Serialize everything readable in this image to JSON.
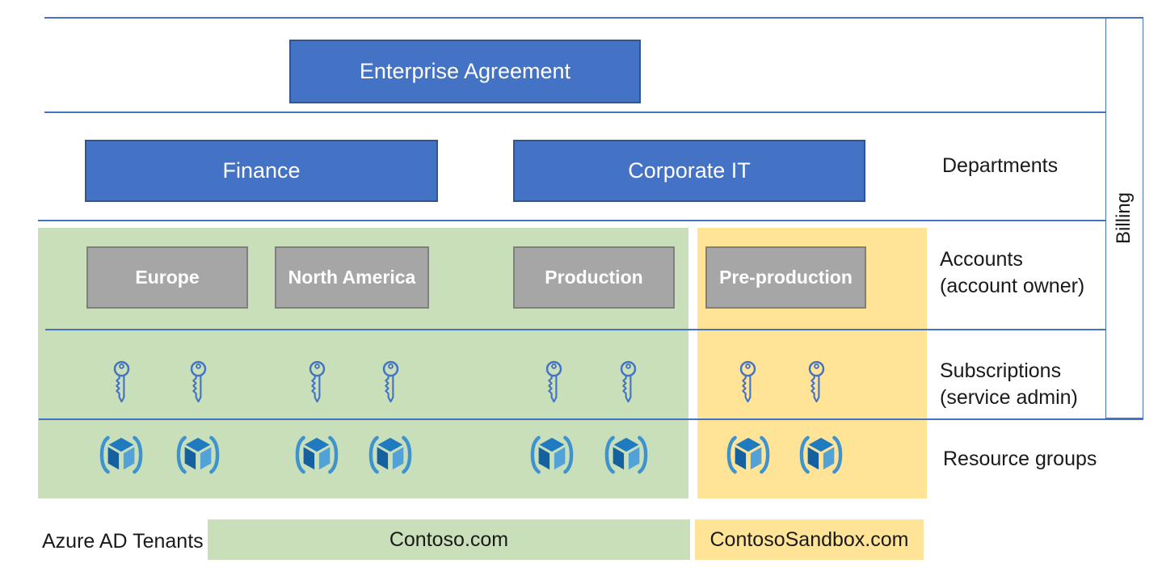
{
  "billing_label": "Billing",
  "enterprise": {
    "label": "Enterprise Agreement"
  },
  "departments": {
    "row_label": "Departments",
    "items": [
      "Finance",
      "Corporate IT"
    ]
  },
  "accounts": {
    "row_label_line1": "Accounts",
    "row_label_line2": "(account owner)",
    "items": [
      "Europe",
      "North America",
      "Production",
      "Pre-production"
    ]
  },
  "subscriptions": {
    "row_label_line1": "Subscriptions",
    "row_label_line2": "(service admin)",
    "icon": "key-icon",
    "count": 8,
    "per_tenant": {
      "contoso": 6,
      "sandbox": 2
    }
  },
  "resource_groups": {
    "row_label": "Resource groups",
    "icon": "resource-group-cube-icon",
    "count": 8,
    "per_tenant": {
      "contoso": 6,
      "sandbox": 2
    }
  },
  "tenants": {
    "row_label": "Azure AD Tenants",
    "items": [
      "Contoso.com",
      "ContosoSandbox.com"
    ]
  },
  "colors": {
    "primary_blue": "#4472C4",
    "blue_border": "#2F5597",
    "gray_fill": "#A6A6A6",
    "gray_border": "#7F7F7F",
    "contoso_green": "#C9DFBA",
    "sandbox_yellow": "#FFE497",
    "line_blue": "#4472C4",
    "key_blue": "#4472C4",
    "cube_top": "#1F7AC0",
    "cube_left": "#15609E",
    "cube_right": "#52A2D8",
    "cube_bracket": "#3E93CF"
  }
}
